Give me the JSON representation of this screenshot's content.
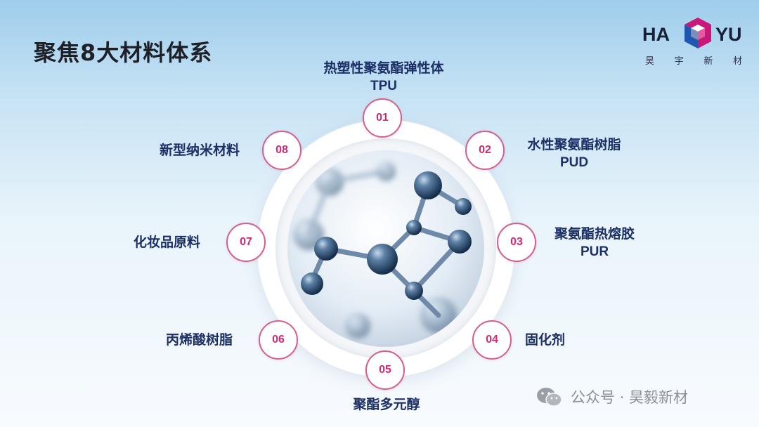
{
  "title": "聚焦8大材料体系",
  "logo": {
    "left_text": "HA",
    "right_text": "YU",
    "subtitle_chars": [
      "昊",
      "宇",
      "新",
      "材"
    ],
    "colors": {
      "magenta": "#c8187a",
      "blue": "#1f57b0",
      "dark": "#172038"
    }
  },
  "nodes": [
    {
      "num": "01",
      "label": "热塑性聚氨酯弹性体",
      "sub": "TPU"
    },
    {
      "num": "02",
      "label": "水性聚氨酯树脂",
      "sub": "PUD"
    },
    {
      "num": "03",
      "label": "聚氨酯热熔胶",
      "sub": "PUR"
    },
    {
      "num": "04",
      "label": "固化剂",
      "sub": ""
    },
    {
      "num": "05",
      "label": "聚酯多元醇",
      "sub": ""
    },
    {
      "num": "06",
      "label": "丙烯酸树脂",
      "sub": ""
    },
    {
      "num": "07",
      "label": "化妆品原料",
      "sub": ""
    },
    {
      "num": "08",
      "label": "新型纳米材料",
      "sub": ""
    }
  ],
  "watermark": {
    "icon": "wechat-icon",
    "text": "公众号 · 昊毅新材"
  },
  "colors": {
    "node_border": "#d2608f",
    "node_number": "#d12a74",
    "label": "#1c2f66"
  }
}
